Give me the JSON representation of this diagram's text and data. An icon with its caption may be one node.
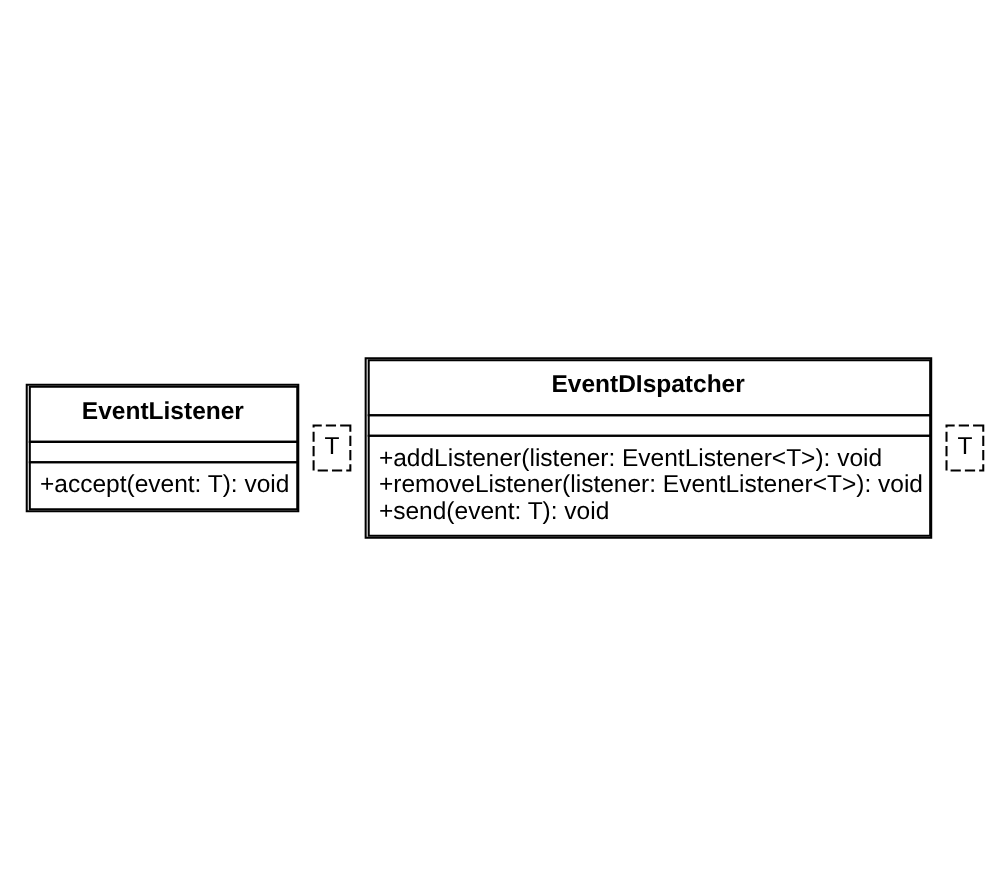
{
  "diagram": {
    "nodes": [
      {
        "text": [
          "EventListener",
          "+accept(event: T): void"
        ]
      },
      {
        "text": [
          "T"
        ]
      },
      {
        "text": [
          "EventDIspatcher",
          "+addListener(listener: EventListener<T>): void",
          "+removeListener(listener: EventListener<T>): void",
          "+send(event: T): void"
        ]
      },
      {
        "text": [
          "T"
        ]
      }
    ]
  }
}
